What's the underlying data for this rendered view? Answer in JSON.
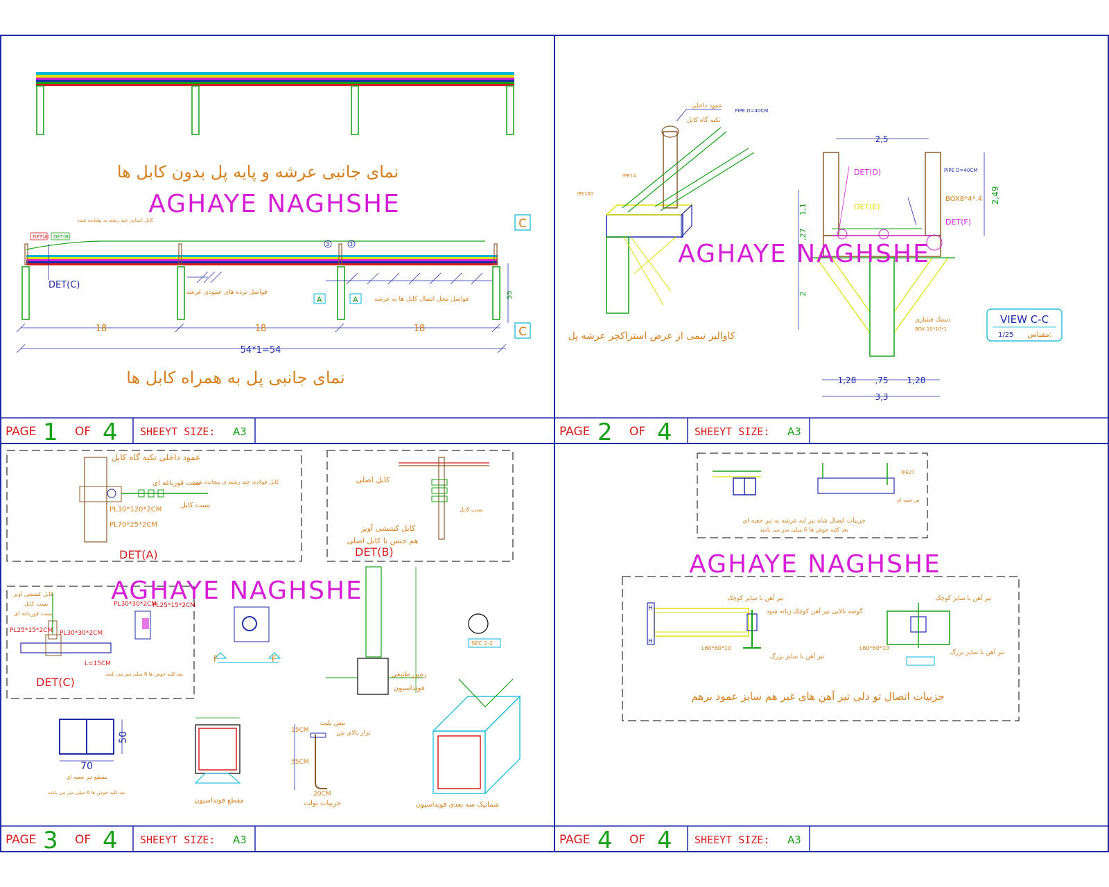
{
  "watermark": "AGHAYE NAGHSHE",
  "sheet_size_label": "SHEEYT SIZE:",
  "sheet_size_value": "A3",
  "page_word": "PAGE",
  "of_word": "OF",
  "total_pages": "4",
  "colors": {
    "frame": "#1f2aa8",
    "green": "#14a014",
    "cyan": "#00b4d8",
    "magenta": "#d61ed6",
    "orange": "#d6801e",
    "red": "#d61c1c",
    "yellow": "#e0e000",
    "brown": "#8b5a2b",
    "blue": "#1f2aa8"
  },
  "panel1": {
    "title_top": "نمای جانبی عرشه و پایه پل بدون کابل ها",
    "title_bottom": "نمای جانبی پل به همراه کابل ها",
    "det_c": "DET(C)",
    "det_a_small": "DET(A)",
    "det_b_small": "DET(B)",
    "note_cable": "کابل ابتدایی چند رشته به پیچانده شده",
    "note_spacing_posts": "فواصل نرده های عمودی عرشه",
    "note_spacing_cables": "فواصل محل اتصال کابل ها به عرشه",
    "dim_18": "18",
    "dim_total": "54*1=54",
    "dim_55": "55",
    "section_mark": "C",
    "section_a": "A",
    "tag_3": "3"
  },
  "panel2": {
    "caption": "کاوالیر نیمی از عرض استراکچر عرشه پل",
    "top_note_1": "عمود داخلی",
    "top_note_2": "تکیه گاه کابل",
    "top_note_3": "PIPE D=40CM",
    "ipe_label": "IPE160",
    "ipe_label_2": "IPE14",
    "det_d": "DET(D)",
    "det_e": "DET(E)",
    "det_f": "DET(F)",
    "box_label": "BOX8*4*.4",
    "dim_25": "2,5",
    "dim_249": "2,49",
    "dim_11": "1,1",
    "dim_27": ",27",
    "dim_2": "2",
    "dim_128": "1,28",
    "dim_75": ",75",
    "dim_33": "3,3",
    "bracing": "دستک فشاری",
    "box_small": "BOX 10*10*1",
    "view_title": "VIEW C-C",
    "scale_label": "مقیاس:",
    "scale_value": "1/25"
  },
  "panel3": {
    "det_a": "DET(A)",
    "det_b": "DET(B)",
    "det_c": "DET(C)",
    "a_title": "عمود داخلی تکیه گاه کابل",
    "a_note_1": "بست قورباغه ای",
    "a_note_2": "کابل فولادی چند رشته ی پیچانده شده",
    "a_note_3": "بست کابل",
    "a_pl1": "PL30*120*2CM",
    "a_pl2": "PL70*25*2CM",
    "b_note_1": "کابل اصلی",
    "b_note_2": "بست کابل",
    "b_note_3": "کابل کششی آویز",
    "b_note_4": "هم جنس با کابل اصلی",
    "c_pl1": "PL30*30*2CM",
    "c_pl2": "PL25*15*2CM",
    "c_pl3": "PL25*15*2CM",
    "c_pl4": "PL30*30*2CM",
    "c_l": "L=15CM",
    "c_note_1": "کابل کششی آویز",
    "c_note_2": "بست کابل",
    "c_note_3": "بست قورباغه ای",
    "c_note_4": "بعد کلیه جوش ها 6 میلی متر می باشد",
    "tag_f": "F",
    "dim_50": "50",
    "dim_70": "70",
    "section_note_1": "مقطع تیر جعبه ای",
    "section_note_2": "بعد کلیه جوش ها 6 میلی متر می باشد",
    "found_caption": "مقطع فونداسیون",
    "bolt_caption": "جزییات بولت",
    "dim_15cm": "15CM",
    "dim_55cm": "55CM",
    "dim_20cm": "20CM",
    "bolt_note_1": "بیس پلیت",
    "bolt_note_2": "تراز بالای بتن",
    "iso_caption": "شماتیک سه بعدی فونداسیون",
    "ground_note": "زمین طبیعی",
    "found_note": "فونداسیون",
    "sec_label": "SEC 2-2"
  },
  "panel4": {
    "top_note_1": "جزییات اتصال شاه تیر لبه عرشه به تیر جعبه ای",
    "top_note_2": "بعد کلیه جوش ها 6 میلی متر می باشد",
    "ipe_label": "IPE27",
    "box_note": "تیر جعبه ای",
    "caption": "جزییات اتصال تو دلی تیر آهن های غیر هم سایز عمود برهم",
    "note_small_beam": "تیر آهن با سایز کوچک",
    "note_large_beam": "تیر آهن با سایز بزرگ",
    "note_corner": "گوشه بالایی تیر آهن کوچک زبانه شود",
    "angle_label": "L60*60*10",
    "tag_h": "H"
  },
  "pages": [
    {
      "num": "1"
    },
    {
      "num": "2"
    },
    {
      "num": "3"
    },
    {
      "num": "4"
    }
  ]
}
